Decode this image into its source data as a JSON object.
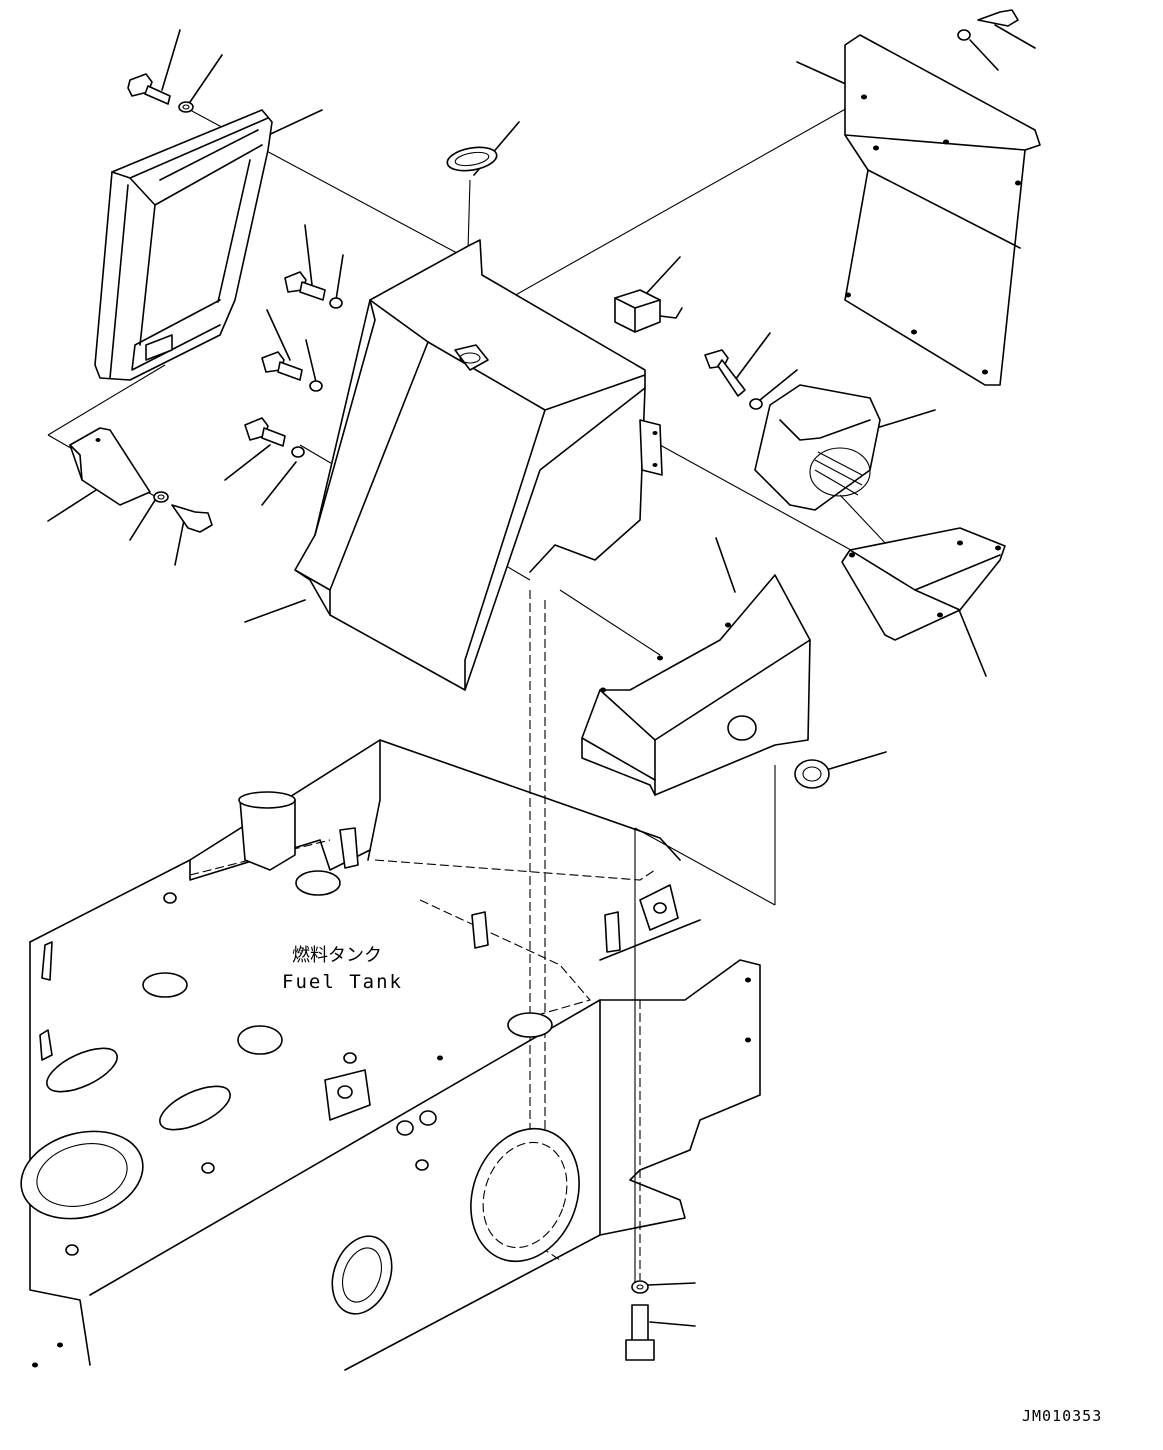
{
  "labels": {
    "tank_jp": "燃料タンク",
    "tank_en": "Fuel Tank",
    "drawing_code": "JM010353"
  }
}
